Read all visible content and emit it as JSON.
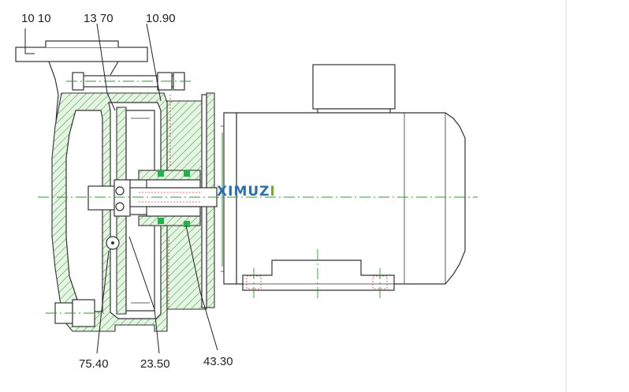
{
  "labels": {
    "top_left": "10 10",
    "top_mid": "13 70",
    "top_right": "10.90",
    "bottom_left": "75.40",
    "bottom_mid": "23.50",
    "bottom_right": "43.30"
  },
  "watermark": {
    "text": "XIMUZI",
    "colors": [
      "#2a6fb0",
      "#2a6fb0",
      "#2a6fb0",
      "#2a6fb0",
      "#2a6fb0",
      "#7aa33a"
    ]
  },
  "colors": {
    "section_hatch": "#2c9a2c",
    "outline": "#333333",
    "background": "#ffffff",
    "divider": "#e6e6e6"
  }
}
